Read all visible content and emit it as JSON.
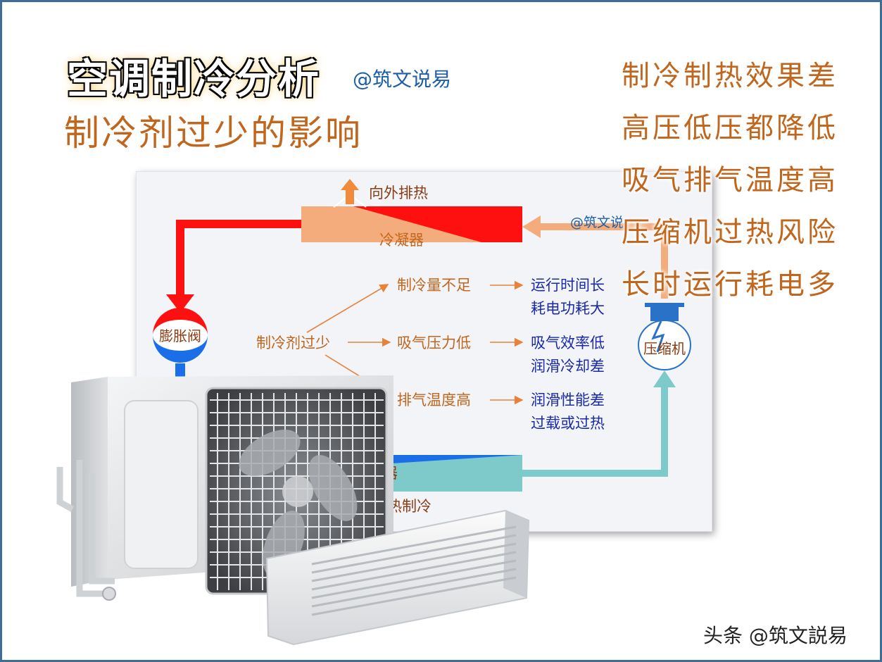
{
  "title": "空调制冷分析",
  "handle": "@筑文说易",
  "subtitle": "制冷剂过少的影响",
  "effects": [
    "制冷制热效果差",
    "高压低压都降低",
    "吸气排气温度高",
    "压缩机过热风险",
    "长时运行耗电多"
  ],
  "diagram": {
    "heat_out": "向外排热",
    "condenser": "冷凝器",
    "watermark": "@筑文说",
    "expansion_valve": "膨胀阀",
    "compressor": "压缩机",
    "evaporator": "蒸发器",
    "absorb": "热制冷",
    "root_cause": "制冷剂过少",
    "causes": [
      {
        "label": "制冷量不足",
        "results": [
          "运行时间长",
          "耗电功耗大"
        ]
      },
      {
        "label": "吸气压力低",
        "results": [
          "吸气效率低",
          "润滑冷却差"
        ]
      },
      {
        "label": "排气温度高",
        "results": [
          "润滑性能差",
          "过载或过热"
        ]
      }
    ]
  },
  "colors": {
    "hot": "#ff1010",
    "warm": "#f4ac7c",
    "cold": "#1a6ee8",
    "cool": "#7ecaca",
    "orange_text": "#c0661d",
    "blue_text": "#1a2aa8"
  },
  "footer": "头条 @筑文説易"
}
